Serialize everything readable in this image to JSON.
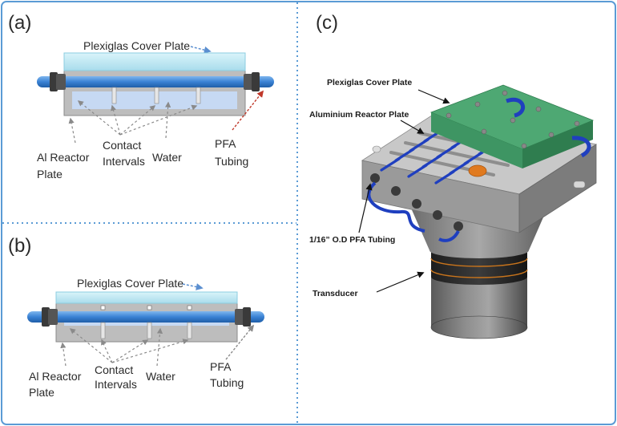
{
  "panels": {
    "a": {
      "tag": "(a)",
      "cover_plate": "Plexiglas  Cover Plate",
      "al_reactor_line1": "Al Reactor",
      "al_reactor_line2": "Plate",
      "contact_line1": "Contact",
      "contact_line2": "Intervals",
      "water": "Water",
      "pfa_line1": "PFA",
      "pfa_line2": "Tubing"
    },
    "b": {
      "tag": "(b)",
      "cover_plate": "Plexiglas  Cover  Plate",
      "al_reactor_line1": "Al Reactor",
      "al_reactor_line2": "Plate",
      "contact_line1": "Contact",
      "contact_line2": "Intervals",
      "water": "Water",
      "pfa_line1": "PFA",
      "pfa_line2": "Tubing"
    },
    "c": {
      "tag": "(c)",
      "cover_plate": "Plexiglas Cover Plate",
      "reactor_plate": "Aluminium  Reactor Plate",
      "tubing": "1/16” O.D PFA Tubing",
      "transducer": "Transducer"
    }
  },
  "colors": {
    "border": "#5b9bd5",
    "cover_plate": "#c9eef6",
    "tube": "#3f86d6",
    "reactor_body": "#b9b9b9",
    "water": "#c6d9f3",
    "green_plate": "#4ea873",
    "coil": "#1f3fbf",
    "pfa_arrow": "#c0392b"
  }
}
